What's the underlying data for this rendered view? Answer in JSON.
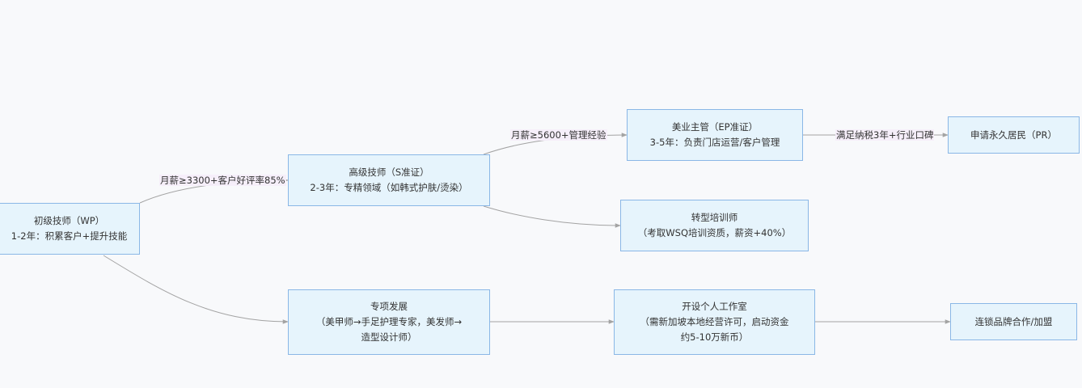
{
  "nodes": {
    "junior": {
      "line1": "初级技师（WP）",
      "line2": "1-2年：积累客户+提升技能"
    },
    "senior": {
      "line1": "高级技师（S准证）",
      "line2": "2-3年：专精领域（如韩式护肤/烫染）"
    },
    "supervisor": {
      "line1": "美业主管（EP准证）",
      "line2": "3-5年：负责门店运营/客户管理"
    },
    "pr": {
      "line1": "申请永久居民（PR）"
    },
    "trainer": {
      "line1": "转型培训师",
      "line2": "（考取WSQ培训资质，薪资+40%）"
    },
    "special": {
      "line1": "专项发展",
      "line2": "（美甲师→手足护理专家，美发师→",
      "line3": "造型设计师）"
    },
    "studio": {
      "line1": "开设个人工作室",
      "line2": "（需新加坡本地经营许可，启动资金",
      "line3": "约5-10万新币）"
    },
    "chain": {
      "line1": "连锁品牌合作/加盟"
    }
  },
  "edges": {
    "junior_to_senior": "月薪≥3300+客户好评率85%",
    "senior_to_supervisor": "月薪≥5600+管理经验",
    "supervisor_to_pr": "满足纳税3年+行业口碑"
  },
  "colors": {
    "node_fill": "#e6f4fc",
    "node_border": "#8ab7e6",
    "edge": "#a3a3a3",
    "label_bg": "#f6eefa"
  }
}
